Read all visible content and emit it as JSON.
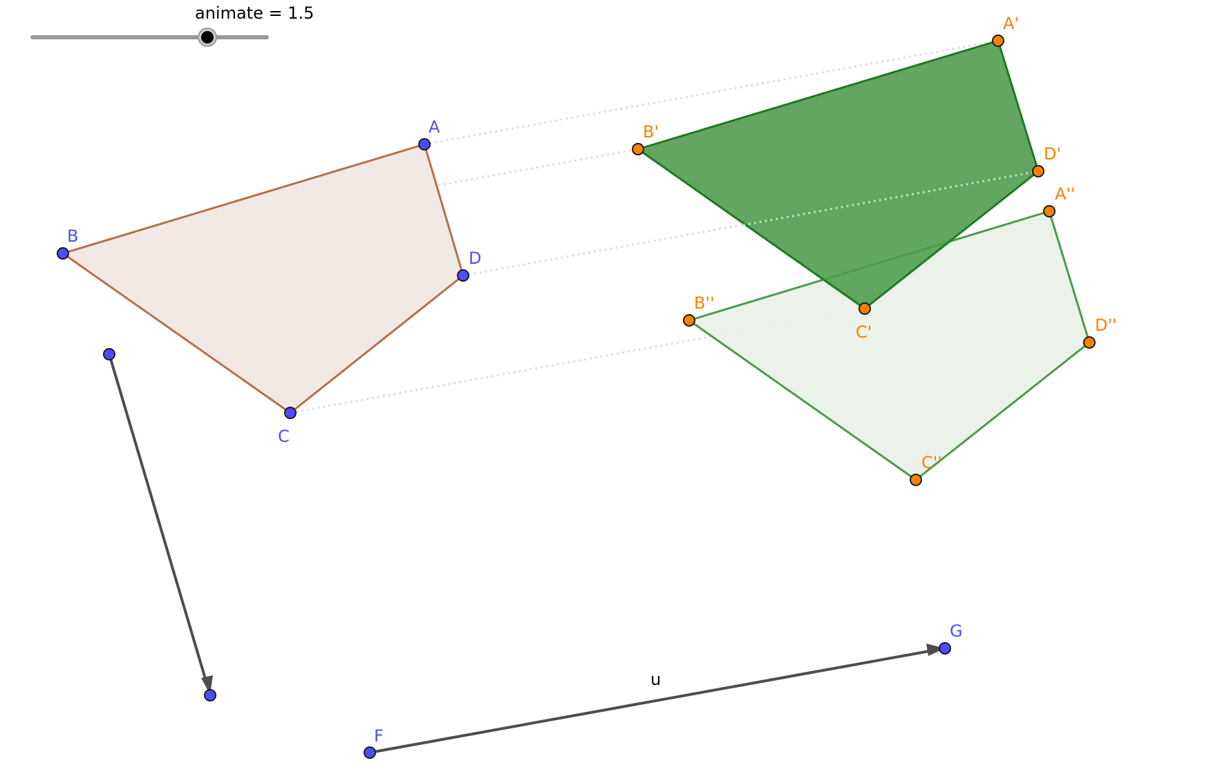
{
  "slider": {
    "label": "animate = 1.5",
    "value": 1.5
  },
  "colors": {
    "original_point": "#4d4dff",
    "image_point": "#ff8000",
    "original_polygon_stroke": "#b5704a",
    "original_polygon_fill": "#f3e9e4",
    "image1_polygon_stroke": "#1f7a1f",
    "image1_polygon_fill": "#4c9a4c",
    "image2_polygon_stroke": "#4c9a4c",
    "image2_polygon_fill": "#e8f1e8",
    "vector": "#4d4d4d",
    "trace": "#dddddd"
  },
  "points": {
    "A": "A",
    "B": "B",
    "C": "C",
    "D": "D",
    "A1": "A'",
    "B1": "B'",
    "C1": "C'",
    "D1": "D'",
    "A2": "A''",
    "B2": "B''",
    "C2": "C''",
    "D2": "D''",
    "F": "F",
    "G": "G"
  },
  "vectors": {
    "u": "u"
  }
}
